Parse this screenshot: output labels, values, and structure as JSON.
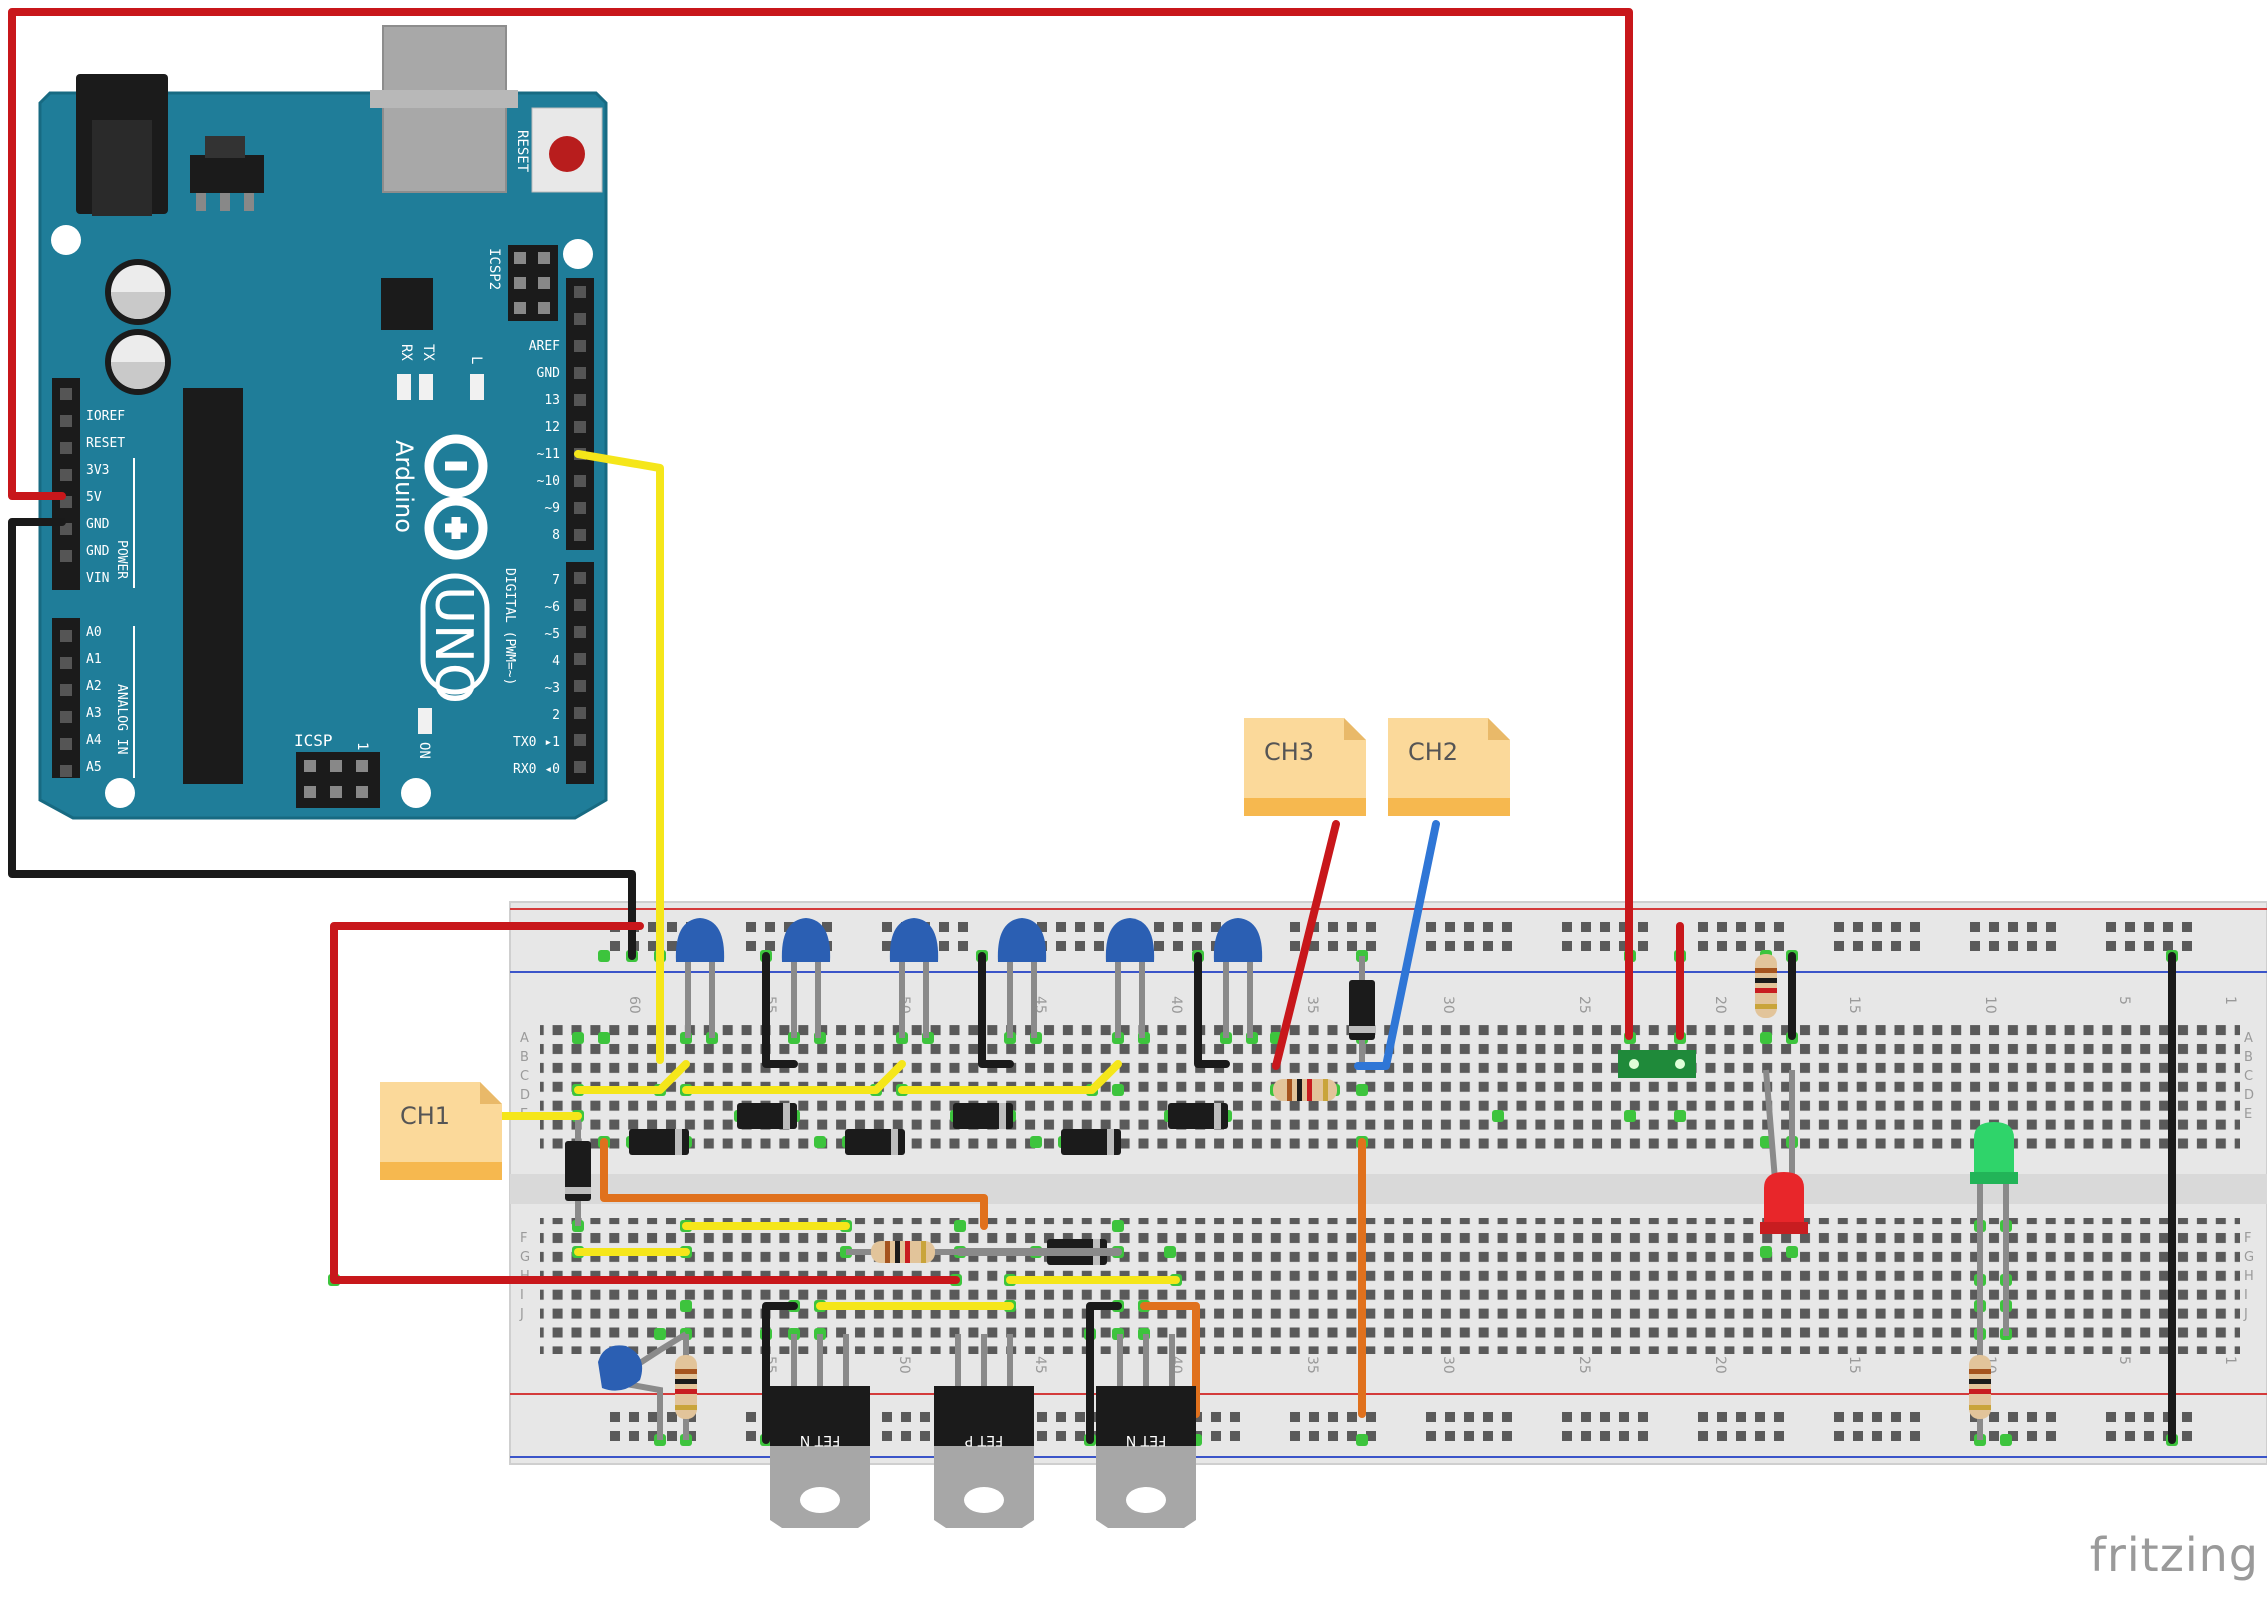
{
  "colors": {
    "board": "#1f7d99",
    "board_edge": "#176a82",
    "breadboard": "#e6e6e6",
    "rail_red": "#d43b3b",
    "rail_blue": "#3b55c9",
    "wire_red": "#c8171b",
    "wire_black": "#1a1a1a",
    "wire_yellow": "#f5e61a",
    "wire_orange": "#e0711d",
    "wire_blue": "#2f76d6",
    "wire_gray": "#8a8a8a",
    "probe_note": "#fbd99a",
    "probe_note_band": "#f6b84f"
  },
  "arduino": {
    "reset_label": "RESET",
    "icsp2_label": "ICSP2",
    "icsp_label": "ICSP",
    "icsp_pin1": "1",
    "brand": "Arduino",
    "model": "UNO",
    "led_tx": "TX",
    "led_rx": "RX",
    "led_l": "L",
    "led_on": "ON",
    "power_group": "POWER",
    "analog_group": "ANALOG IN",
    "digital_group": "DIGITAL (PWM=~)",
    "power_pins": [
      "IOREF",
      "RESET",
      "3V3",
      "5V",
      "GND",
      "GND",
      "VIN"
    ],
    "analog_pins": [
      "A0",
      "A1",
      "A2",
      "A3",
      "A4",
      "A5"
    ],
    "digital_pins_top": [
      "AREF",
      "GND",
      "13",
      "12",
      "~11",
      "~10",
      "~9",
      "8"
    ],
    "digital_pins_bottom": [
      "7",
      "~6",
      "~5",
      "4",
      "~3",
      "2",
      "TX0 ▸1",
      "RX0 ◂0"
    ]
  },
  "probes": [
    {
      "label": "CH1"
    },
    {
      "label": "CH2"
    },
    {
      "label": "CH3"
    }
  ],
  "breadboard": {
    "row_letters": [
      "A",
      "B",
      "C",
      "D",
      "E",
      "F",
      "G",
      "H",
      "I",
      "J"
    ],
    "column_numbers": [
      "60",
      "55",
      "50",
      "45",
      "40",
      "35",
      "30",
      "25",
      "20",
      "15",
      "10",
      "5",
      "1"
    ]
  },
  "transistors": [
    {
      "label": "FET N"
    },
    {
      "label": "FET P"
    },
    {
      "label": "FET N"
    }
  ],
  "brand": "fritzing"
}
